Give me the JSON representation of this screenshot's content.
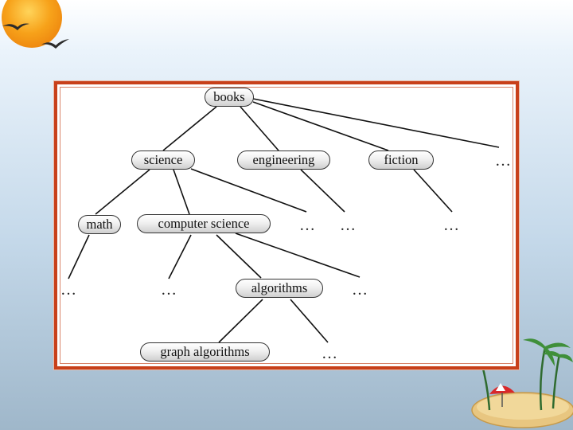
{
  "diagram": {
    "nodes": {
      "books": "books",
      "science": "science",
      "engineering": "engineering",
      "fiction": "fiction",
      "math": "math",
      "computer_science": "computer science",
      "algorithms": "algorithms",
      "graph_algorithms": "graph algorithms"
    },
    "ellipsis": "…",
    "edges": [
      [
        "books",
        "science"
      ],
      [
        "books",
        "engineering"
      ],
      [
        "books",
        "fiction"
      ],
      [
        "books",
        "more-books"
      ],
      [
        "science",
        "math"
      ],
      [
        "science",
        "computer science"
      ],
      [
        "science",
        "more-science"
      ],
      [
        "engineering",
        "more-engineering"
      ],
      [
        "fiction",
        "more-fiction"
      ],
      [
        "math",
        "more-math"
      ],
      [
        "computer science",
        "more-cs-left"
      ],
      [
        "computer science",
        "algorithms"
      ],
      [
        "computer science",
        "more-cs-right"
      ],
      [
        "algorithms",
        "graph algorithms"
      ],
      [
        "algorithms",
        "more-algorithms"
      ]
    ]
  },
  "colors": {
    "frame": "#c8401a",
    "sun": "#f7a21a"
  },
  "decorations": [
    "sun-with-birds",
    "palm-tree-island-with-umbrella"
  ]
}
